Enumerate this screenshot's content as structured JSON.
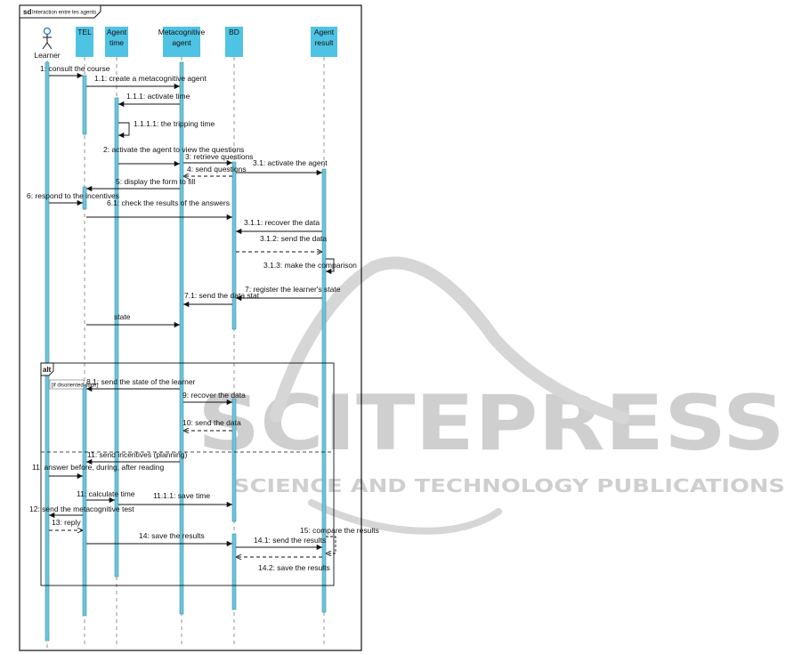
{
  "frame": {
    "title": "Interaction entre les agents",
    "tag": "sd"
  },
  "watermark": {
    "main": "SCITEPRESS",
    "sub": "SCIENCE AND TECHNOLOGY PUBLICATIONS"
  },
  "actor": {
    "name": "Learner"
  },
  "lifelines": [
    {
      "id": "tel",
      "line1": "TEL",
      "line2": ""
    },
    {
      "id": "time",
      "line1": "Agent",
      "line2": "time"
    },
    {
      "id": "meta",
      "line1": "Metacognitive",
      "line2": "agent"
    },
    {
      "id": "bd",
      "line1": "BD",
      "line2": ""
    },
    {
      "id": "result",
      "line1": "Agent",
      "line2": "result"
    }
  ],
  "messages": [
    {
      "label": "1: consult the course"
    },
    {
      "label": "1.1: create a metacognitive agent"
    },
    {
      "label": "1.1.1: activate time"
    },
    {
      "label": "1.1.1.1: the tripping time"
    },
    {
      "label": "2: activate the agent to view the questions"
    },
    {
      "label": "3: retrieve questions"
    },
    {
      "label": "4: send questions"
    },
    {
      "label": "3.1: activate the agent"
    },
    {
      "label": "5: display the form to fill"
    },
    {
      "label": "6: respond to the incentives"
    },
    {
      "label": "6.1: check the results of the answers"
    },
    {
      "label": "3.1.1: recover the data"
    },
    {
      "label": "3.1.2: send the data"
    },
    {
      "label": "3.1.3: make the comparison"
    },
    {
      "label": "7: register the learner's state"
    },
    {
      "label": "7.1: send the data stat"
    },
    {
      "label": "state"
    },
    {
      "label": "8.1: send the state of the learner"
    },
    {
      "label": "9: recover the data"
    },
    {
      "label": "10: send the data"
    },
    {
      "label": "11: send incentives (planning)"
    },
    {
      "label": "11: answer before, during, after reading"
    },
    {
      "label": "11: calculate time"
    },
    {
      "label": "11.1.1: save time"
    },
    {
      "label": "12: send the metacognitive test"
    },
    {
      "label": "13: reply"
    },
    {
      "label": "14: save the results"
    },
    {
      "label": "15: compare the results"
    },
    {
      "label": "14.1: send the results"
    },
    {
      "label": "14.2: save the results"
    }
  ],
  "fragment": {
    "operator": "alt",
    "guard": "[if disoriented state]"
  },
  "colors": {
    "lifeline_head": "#4fc3e4",
    "activation": "#6ec5db",
    "actor": "#2a73c8"
  }
}
